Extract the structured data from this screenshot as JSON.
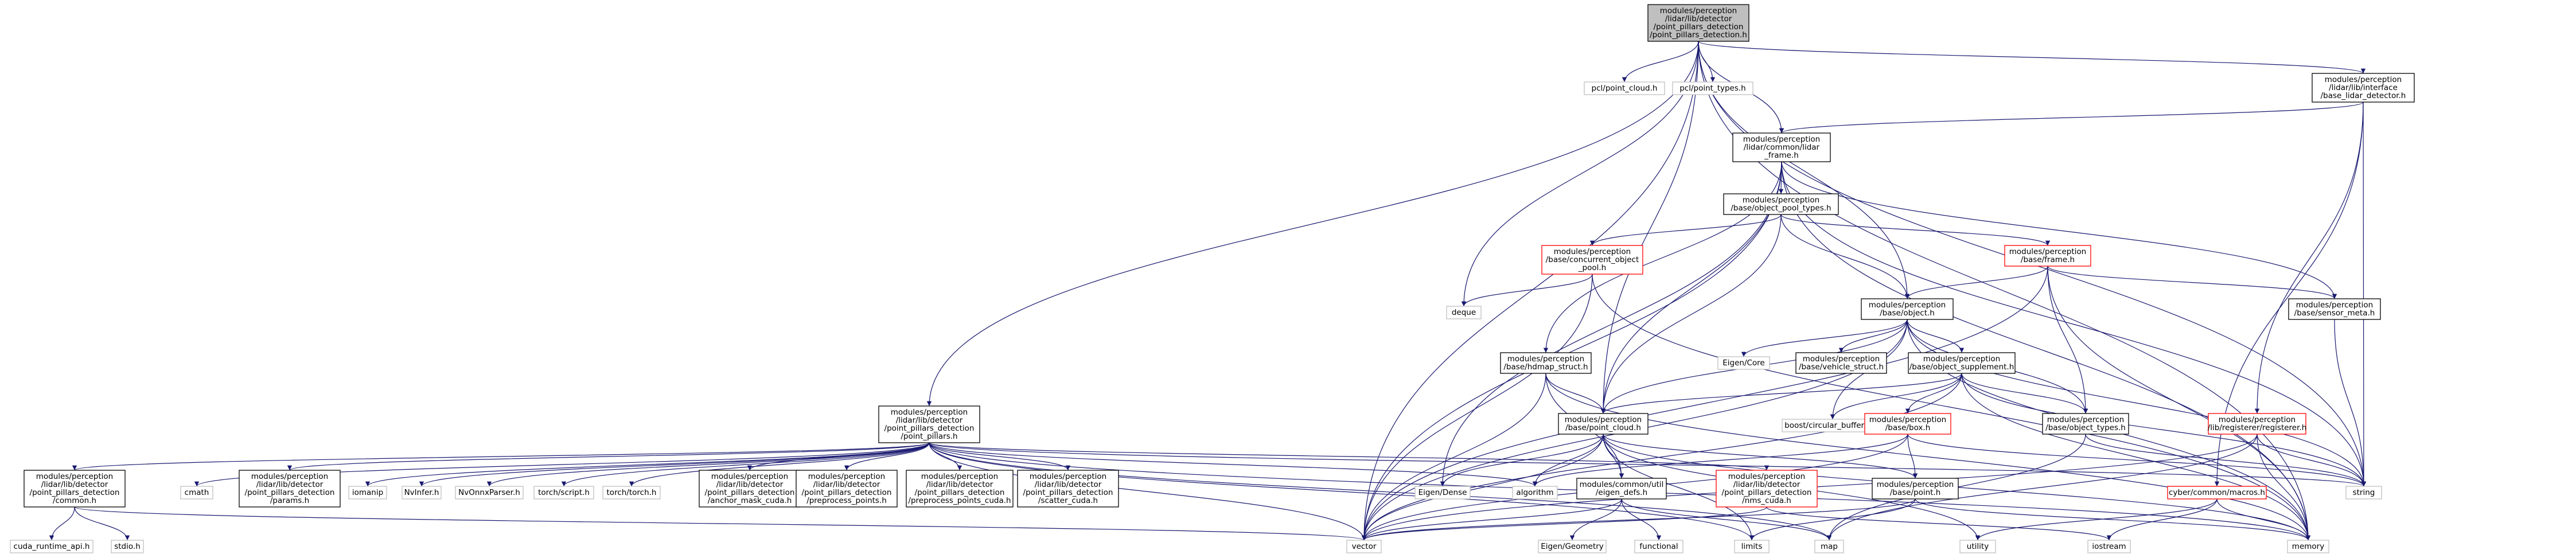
{
  "diagram": {
    "type": "include-dependency-graph",
    "colors": {
      "edge": "#191970",
      "root_fill": "#bfbfbf",
      "documented_border": "#000000",
      "incomplete_border": "#ff0000",
      "system_border": "#bfbfbf"
    },
    "nodes": [
      {
        "id": "root",
        "style": "gray",
        "lines": [
          "modules/perception",
          "/lidar/lib/detector",
          "/point_pillars_detection",
          "/point_pillars_detection.h"
        ]
      },
      {
        "id": "pcl_point_cloud",
        "style": "light",
        "lines": [
          "pcl/point_cloud.h"
        ]
      },
      {
        "id": "pcl_point_types",
        "style": "light",
        "lines": [
          "pcl/point_types.h"
        ]
      },
      {
        "id": "base_lidar_detector",
        "style": "plain",
        "lines": [
          "modules/perception",
          "/lidar/lib/interface",
          "/base_lidar_detector.h"
        ]
      },
      {
        "id": "lidar_frame",
        "style": "plain",
        "lines": [
          "modules/perception",
          "/lidar/common/lidar",
          "_frame.h"
        ]
      },
      {
        "id": "object_pool_types",
        "style": "plain",
        "lines": [
          "modules/perception",
          "/base/object_pool_types.h"
        ]
      },
      {
        "id": "concurrent_object_pool",
        "style": "red",
        "lines": [
          "modules/perception",
          "/base/concurrent_object",
          "_pool.h"
        ]
      },
      {
        "id": "frame",
        "style": "red",
        "lines": [
          "modules/perception",
          "/base/frame.h"
        ]
      },
      {
        "id": "sensor_meta",
        "style": "plain",
        "lines": [
          "modules/perception",
          "/base/sensor_meta.h"
        ]
      },
      {
        "id": "object",
        "style": "plain",
        "lines": [
          "modules/perception",
          "/base/object.h"
        ]
      },
      {
        "id": "deque",
        "style": "light",
        "lines": [
          "deque"
        ]
      },
      {
        "id": "eigen_core",
        "style": "light",
        "lines": [
          "Eigen/Core"
        ]
      },
      {
        "id": "vehicle_struct",
        "style": "plain",
        "lines": [
          "modules/perception",
          "/base/vehicle_struct.h"
        ]
      },
      {
        "id": "object_supplement",
        "style": "plain",
        "lines": [
          "modules/perception",
          "/base/object_supplement.h"
        ]
      },
      {
        "id": "hdmap_struct",
        "style": "plain",
        "lines": [
          "modules/perception",
          "/base/hdmap_struct.h"
        ]
      },
      {
        "id": "boost_cb",
        "style": "light",
        "lines": [
          "boost/circular_buffer.hpp"
        ]
      },
      {
        "id": "point_cloud",
        "style": "plain",
        "lines": [
          "modules/perception",
          "/base/point_cloud.h"
        ]
      },
      {
        "id": "registerer",
        "style": "red",
        "lines": [
          "modules/perception",
          "/lib/registerer/registerer.h"
        ]
      },
      {
        "id": "box",
        "style": "red",
        "lines": [
          "modules/perception",
          "/base/box.h"
        ]
      },
      {
        "id": "object_types",
        "style": "plain",
        "lines": [
          "modules/perception",
          "/base/object_types.h"
        ]
      },
      {
        "id": "point_pillars",
        "style": "plain",
        "lines": [
          "modules/perception",
          "/lidar/lib/detector",
          "/point_pillars_detection",
          "/point_pillars.h"
        ]
      },
      {
        "id": "common",
        "style": "plain",
        "lines": [
          "modules/perception",
          "/lidar/lib/detector",
          "/point_pillars_detection",
          "/common.h"
        ]
      },
      {
        "id": "cmath",
        "style": "light",
        "lines": [
          "cmath"
        ]
      },
      {
        "id": "params",
        "style": "plain",
        "lines": [
          "modules/perception",
          "/lidar/lib/detector",
          "/point_pillars_detection",
          "/params.h"
        ]
      },
      {
        "id": "iomanip",
        "style": "light",
        "lines": [
          "iomanip"
        ]
      },
      {
        "id": "nvinfer",
        "style": "light",
        "lines": [
          "NvInfer.h"
        ]
      },
      {
        "id": "nvonnxparser",
        "style": "light",
        "lines": [
          "NvOnnxParser.h"
        ]
      },
      {
        "id": "torch_script",
        "style": "light",
        "lines": [
          "torch/script.h"
        ]
      },
      {
        "id": "torch_torch",
        "style": "light",
        "lines": [
          "torch/torch.h"
        ]
      },
      {
        "id": "anchor_mask_cuda",
        "style": "plain",
        "lines": [
          "modules/perception",
          "/lidar/lib/detector",
          "/point_pillars_detection",
          "/anchor_mask_cuda.h"
        ]
      },
      {
        "id": "preprocess_points",
        "style": "plain",
        "lines": [
          "modules/perception",
          "/lidar/lib/detector",
          "/point_pillars_detection",
          "/preprocess_points.h"
        ]
      },
      {
        "id": "preprocess_points_cuda",
        "style": "plain",
        "lines": [
          "modules/perception",
          "/lidar/lib/detector",
          "/point_pillars_detection",
          "/preprocess_points_cuda.h"
        ]
      },
      {
        "id": "scatter_cuda",
        "style": "plain",
        "lines": [
          "modules/perception",
          "/lidar/lib/detector",
          "/point_pillars_detection",
          "/scatter_cuda.h"
        ]
      },
      {
        "id": "eigen_dense",
        "style": "light",
        "lines": [
          "Eigen/Dense"
        ]
      },
      {
        "id": "algorithm",
        "style": "light",
        "lines": [
          "algorithm"
        ]
      },
      {
        "id": "eigen_defs",
        "style": "plain",
        "lines": [
          "modules/common/util",
          "/eigen_defs.h"
        ]
      },
      {
        "id": "nms_cuda",
        "style": "red",
        "lines": [
          "modules/perception",
          "/lidar/lib/detector",
          "/point_pillars_detection",
          "/nms_cuda.h"
        ]
      },
      {
        "id": "point",
        "style": "plain",
        "lines": [
          "modules/perception",
          "/base/point.h"
        ]
      },
      {
        "id": "macros",
        "style": "red",
        "lines": [
          "cyber/common/macros.h"
        ]
      },
      {
        "id": "string",
        "style": "light",
        "lines": [
          "string"
        ]
      },
      {
        "id": "cuda_runtime_api",
        "style": "light",
        "lines": [
          "cuda_runtime_api.h"
        ]
      },
      {
        "id": "stdio",
        "style": "light",
        "lines": [
          "stdio.h"
        ]
      },
      {
        "id": "vector",
        "style": "light",
        "lines": [
          "vector"
        ]
      },
      {
        "id": "eigen_geometry",
        "style": "light",
        "lines": [
          "Eigen/Geometry"
        ]
      },
      {
        "id": "functional",
        "style": "light",
        "lines": [
          "functional"
        ]
      },
      {
        "id": "limits",
        "style": "light",
        "lines": [
          "limits"
        ]
      },
      {
        "id": "map",
        "style": "light",
        "lines": [
          "map"
        ]
      },
      {
        "id": "utility",
        "style": "light",
        "lines": [
          "utility"
        ]
      },
      {
        "id": "iostream",
        "style": "light",
        "lines": [
          "iostream"
        ]
      },
      {
        "id": "memory",
        "style": "light",
        "lines": [
          "memory"
        ]
      }
    ],
    "edges": [
      [
        "root",
        "pcl_point_cloud"
      ],
      [
        "root",
        "pcl_point_types"
      ],
      [
        "root",
        "base_lidar_detector"
      ],
      [
        "root",
        "lidar_frame"
      ],
      [
        "root",
        "deque"
      ],
      [
        "root",
        "object"
      ],
      [
        "root",
        "point_cloud"
      ],
      [
        "root",
        "point_pillars"
      ],
      [
        "root",
        "vector"
      ],
      [
        "root",
        "memory"
      ],
      [
        "root",
        "string"
      ],
      [
        "base_lidar_detector",
        "lidar_frame"
      ],
      [
        "base_lidar_detector",
        "registerer"
      ],
      [
        "base_lidar_detector",
        "macros"
      ],
      [
        "base_lidar_detector",
        "string"
      ],
      [
        "lidar_frame",
        "object_pool_types"
      ],
      [
        "lidar_frame",
        "sensor_meta"
      ],
      [
        "lidar_frame",
        "hdmap_struct"
      ],
      [
        "lidar_frame",
        "point_cloud"
      ],
      [
        "lidar_frame",
        "vector"
      ],
      [
        "lidar_frame",
        "eigen_dense"
      ],
      [
        "lidar_frame",
        "memory"
      ],
      [
        "lidar_frame",
        "string"
      ],
      [
        "object_pool_types",
        "concurrent_object_pool"
      ],
      [
        "object_pool_types",
        "frame"
      ],
      [
        "object_pool_types",
        "object"
      ],
      [
        "object_pool_types",
        "point_cloud"
      ],
      [
        "concurrent_object_pool",
        "deque"
      ],
      [
        "concurrent_object_pool",
        "vector"
      ],
      [
        "concurrent_object_pool",
        "memory"
      ],
      [
        "frame",
        "object"
      ],
      [
        "frame",
        "sensor_meta"
      ],
      [
        "frame",
        "object_types"
      ],
      [
        "frame",
        "vector"
      ],
      [
        "frame",
        "memory"
      ],
      [
        "sensor_meta",
        "string"
      ],
      [
        "object",
        "eigen_core"
      ],
      [
        "object",
        "vehicle_struct"
      ],
      [
        "object",
        "object_supplement"
      ],
      [
        "object",
        "object_types"
      ],
      [
        "object",
        "boost_cb"
      ],
      [
        "object",
        "point_cloud"
      ],
      [
        "object",
        "string"
      ],
      [
        "object",
        "vector"
      ],
      [
        "object",
        "memory"
      ],
      [
        "object_supplement",
        "boost_cb"
      ],
      [
        "object_supplement",
        "box"
      ],
      [
        "object_supplement",
        "object_types"
      ],
      [
        "object_supplement",
        "point_cloud"
      ],
      [
        "object_supplement",
        "string"
      ],
      [
        "object_supplement",
        "vector"
      ],
      [
        "object_supplement",
        "memory"
      ],
      [
        "hdmap_struct",
        "point_cloud"
      ],
      [
        "hdmap_struct",
        "eigen_defs"
      ],
      [
        "hdmap_struct",
        "vector"
      ],
      [
        "hdmap_struct",
        "memory"
      ],
      [
        "point_cloud",
        "eigen_dense"
      ],
      [
        "point_cloud",
        "algorithm"
      ],
      [
        "point_cloud",
        "eigen_defs"
      ],
      [
        "point_cloud",
        "point"
      ],
      [
        "point_cloud",
        "limits"
      ],
      [
        "point_cloud",
        "vector"
      ],
      [
        "point_cloud",
        "memory"
      ],
      [
        "point_cloud",
        "utility"
      ],
      [
        "box",
        "algorithm"
      ],
      [
        "box",
        "point"
      ],
      [
        "box",
        "string"
      ],
      [
        "box",
        "vector"
      ],
      [
        "object_types",
        "map"
      ],
      [
        "object_types",
        "string"
      ],
      [
        "registerer",
        "map"
      ],
      [
        "registerer",
        "string"
      ],
      [
        "registerer",
        "vector"
      ],
      [
        "registerer",
        "memory"
      ],
      [
        "macros",
        "utility"
      ],
      [
        "macros",
        "iostream"
      ],
      [
        "macros",
        "memory"
      ],
      [
        "eigen_defs",
        "eigen_geometry"
      ],
      [
        "eigen_defs",
        "functional"
      ],
      [
        "eigen_defs",
        "map"
      ],
      [
        "eigen_defs",
        "vector"
      ],
      [
        "point",
        "limits"
      ],
      [
        "point",
        "vector"
      ],
      [
        "point",
        "memory"
      ],
      [
        "nms_cuda",
        "iostream"
      ],
      [
        "nms_cuda",
        "vector"
      ],
      [
        "point_pillars",
        "common"
      ],
      [
        "point_pillars",
        "cmath"
      ],
      [
        "point_pillars",
        "params"
      ],
      [
        "point_pillars",
        "iomanip"
      ],
      [
        "point_pillars",
        "nvinfer"
      ],
      [
        "point_pillars",
        "nvonnxparser"
      ],
      [
        "point_pillars",
        "torch_script"
      ],
      [
        "point_pillars",
        "torch_torch"
      ],
      [
        "point_pillars",
        "anchor_mask_cuda"
      ],
      [
        "point_pillars",
        "preprocess_points"
      ],
      [
        "point_pillars",
        "preprocess_points_cuda"
      ],
      [
        "point_pillars",
        "scatter_cuda"
      ],
      [
        "point_pillars",
        "nms_cuda"
      ],
      [
        "point_pillars",
        "algorithm"
      ],
      [
        "point_pillars",
        "string"
      ],
      [
        "point_pillars",
        "vector"
      ],
      [
        "point_pillars",
        "limits"
      ],
      [
        "point_pillars",
        "map"
      ],
      [
        "point_pillars",
        "memory"
      ],
      [
        "common",
        "cuda_runtime_api"
      ],
      [
        "common",
        "stdio"
      ],
      [
        "common",
        "vector"
      ]
    ]
  }
}
